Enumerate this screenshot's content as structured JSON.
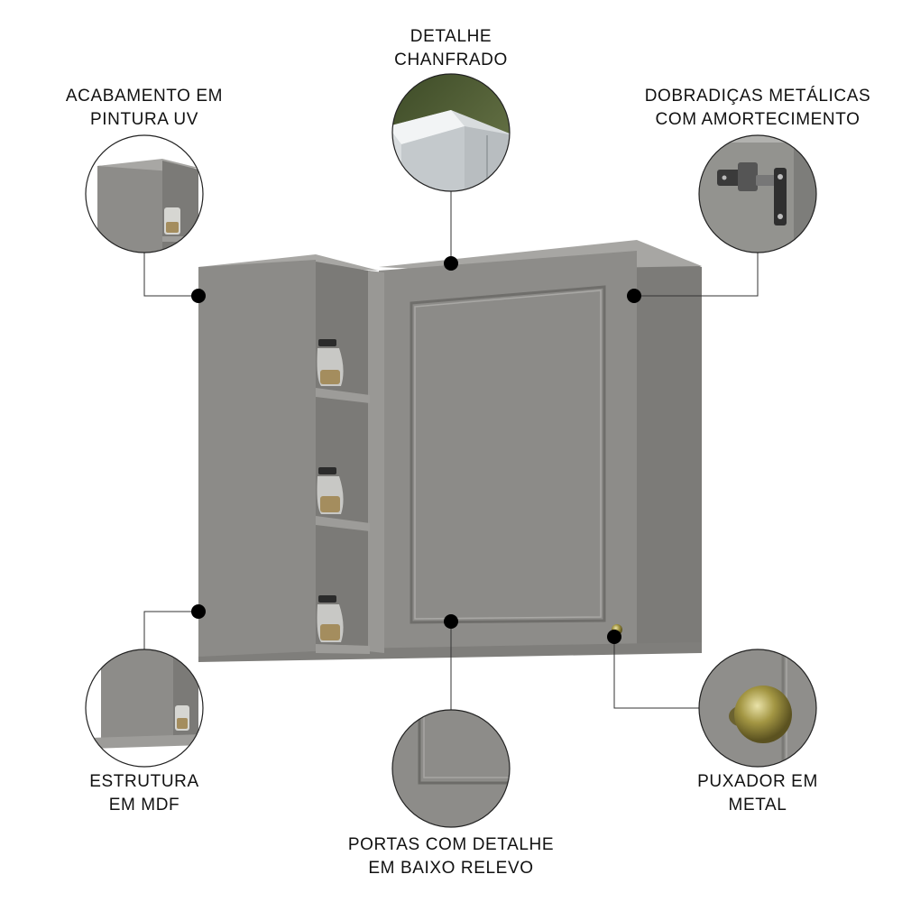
{
  "labels": {
    "chanfrado": {
      "line1": "DETALHE",
      "line2": "CHANFRADO"
    },
    "pintura": {
      "line1": "ACABAMENTO EM",
      "line2": "PINTURA UV"
    },
    "dobradicas": {
      "line1": "DOBRADIÇAS METÁLICAS",
      "line2": "COM AMORTECIMENTO"
    },
    "mdf": {
      "line1": "ESTRUTURA",
      "line2": "EM MDF"
    },
    "portas": {
      "line1": "PORTAS COM DETALHE",
      "line2": "EM BAIXO RELEVO"
    },
    "puxador": {
      "line1": "PUXADOR EM",
      "line2": "METAL"
    }
  },
  "colors": {
    "cabinet": "#8f8e8b",
    "cabinet_side": "#7a7976",
    "cabinet_dark": "#6e6d6a",
    "leader": "#333333",
    "dot": "#000000",
    "knob": "#a39643"
  }
}
